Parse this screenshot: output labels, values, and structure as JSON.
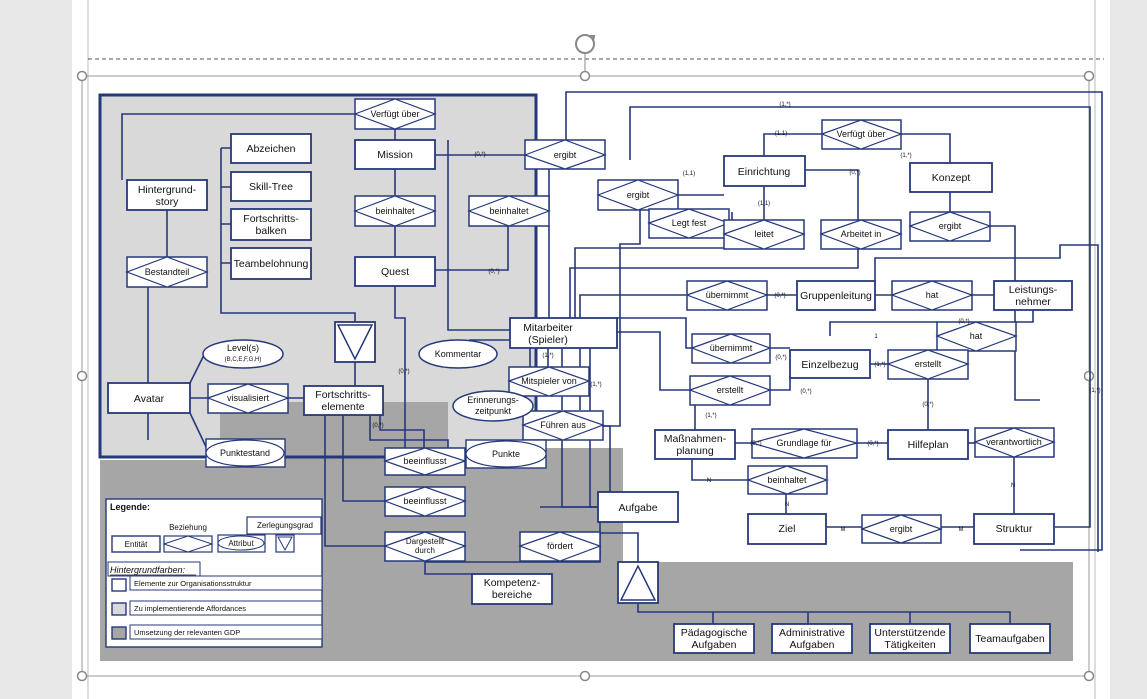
{
  "entities": {
    "abzeichen": "Abzeichen",
    "skilltree": "Skill-Tree",
    "fortschrittsbalken_1": "Fortschritts-",
    "fortschrittsbalken_2": "balken",
    "teambelohnung": "Teambelohnung",
    "hintergrundstory_1": "Hintergrund-",
    "hintergrundstory_2": "story",
    "mission": "Mission",
    "quest": "Quest",
    "avatar": "Avatar",
    "fortschrittselemente_1": "Fortschritts-",
    "fortschrittselemente_2": "elemente",
    "mitarbeiter_1": "Mitarbeiter",
    "mitarbeiter_2": "(Spieler)",
    "einrichtung": "Einrichtung",
    "konzept": "Konzept",
    "gruppenleitung": "Gruppenleitung",
    "leistungsnehmer_1": "Leistungs-",
    "leistungsnehmer_2": "nehmer",
    "einzelbezug": "Einzelbezug",
    "massnahmenplanung_1": "Maßnahmen-",
    "massnahmenplanung_2": "planung",
    "hilfeplan": "Hilfeplan",
    "ziel": "Ziel",
    "struktur": "Struktur",
    "aufgabe": "Aufgabe",
    "kompetenzbereiche_1": "Kompetenz-",
    "kompetenzbereiche_2": "bereiche",
    "paed_1": "Pädagogische",
    "paed_2": "Aufgaben",
    "admin_1": "Administrative",
    "admin_2": "Aufgaben",
    "unter_1": "Unterstützende",
    "unter_2": "Tätigkeiten",
    "team": "Teamaufgaben"
  },
  "relationships": {
    "verfuegt_ueber_top": "Verfügt über",
    "beinhaltet_1": "beinhaltet",
    "beinhaltet_2": "beinhaltet",
    "bestandteil": "Bestandteil",
    "visualisiert": "visualisiert",
    "ergibt_mission": "ergibt",
    "ergibt_2": "ergibt",
    "verfuegt_ueber_2": "Verfügt über",
    "legt_fest": "Legt fest",
    "leitet": "leitet",
    "arbeitet_in": "Arbeitet in",
    "ergibt_konzept": "ergibt",
    "uebernimmt_1": "übernimmt",
    "hat_1": "hat",
    "hat_2": "hat",
    "uebernimmt_2": "übernimmt",
    "erstellt_1": "erstellt",
    "erstellt_2": "erstellt",
    "grundlage_fuer": "Grundlage für",
    "verantwortlich": "verantwortlich",
    "beinhaltet_3": "beinhaltet",
    "ergibt_ziel": "ergibt",
    "beeinflusst_1": "beeinflusst",
    "beeinflusst_2": "beeinflusst",
    "dargestellt_1": "Dargestellt",
    "dargestellt_2": "durch",
    "foerdert": "fördert",
    "fuehren_aus": "Führen aus",
    "mitspieler_von": "Mitspieler von"
  },
  "attributes": {
    "levels": "Level(s)",
    "levels_sub": "(B,C,E,F,G,H)",
    "kommentar": "Kommentar",
    "erinnerung_1": "Erinnerungs-",
    "erinnerung_2": "zeitpunkt",
    "punkte": "Punkte",
    "punktestand": "Punktestand"
  },
  "cardinalities": {
    "c_1n_a": "(1,*)",
    "c_1n_b": "(1,1)",
    "c_1n_c": "(1,*)",
    "c_11_a": "(1,1)",
    "c_0n_a": "(0,*)",
    "c_11_b": "(1,1)",
    "c_0n_b": "(0,*)",
    "c_0n_c": "(0,*)",
    "c_0n_d": "(0,*)",
    "c_1n_d": "(1,*)",
    "c_1n_e": "(1,*)",
    "c_0n_e": "(0,*)",
    "c_0n_f": "(0,*)",
    "c_0n_g": "(0,*)",
    "c_1n_f": "(1,*)",
    "c_0n_h": "(0,*)",
    "c_0n_i": "(0,*)",
    "c_1n_g": "(1,*)",
    "c_0n_j": "(0,*)",
    "c_0n_k": "(0,*)",
    "c_1n_h": "(1,*)",
    "c_0n_l": "(0,*)",
    "n1": "N",
    "n2": "N",
    "n3": "N",
    "m1": "M",
    "m2": "M",
    "one": "1"
  },
  "legend": {
    "title": "Legende:",
    "beziehung": "Beziehung",
    "zerlegungsgrad": "Zerlegungsgrad",
    "entitaet": "Entität",
    "attribut": "Attribut",
    "hintergrundfarben": "Hintergrundfarben:",
    "item1": "Elemente zur Organisationsstruktur",
    "item2": "Zu implementierende Affordances",
    "item3": "Umsetzung der relevanten GDP"
  },
  "colors": {
    "line": "#26387a",
    "light_region": "#d9d9d9",
    "dark_region": "#a6a6a6",
    "canvas": "#ffffff",
    "app_bg": "#e8e8e8"
  },
  "icons": {
    "rotate": "rotate-handle-icon",
    "triangle": "zerlegungsgrad-triangle-icon"
  }
}
